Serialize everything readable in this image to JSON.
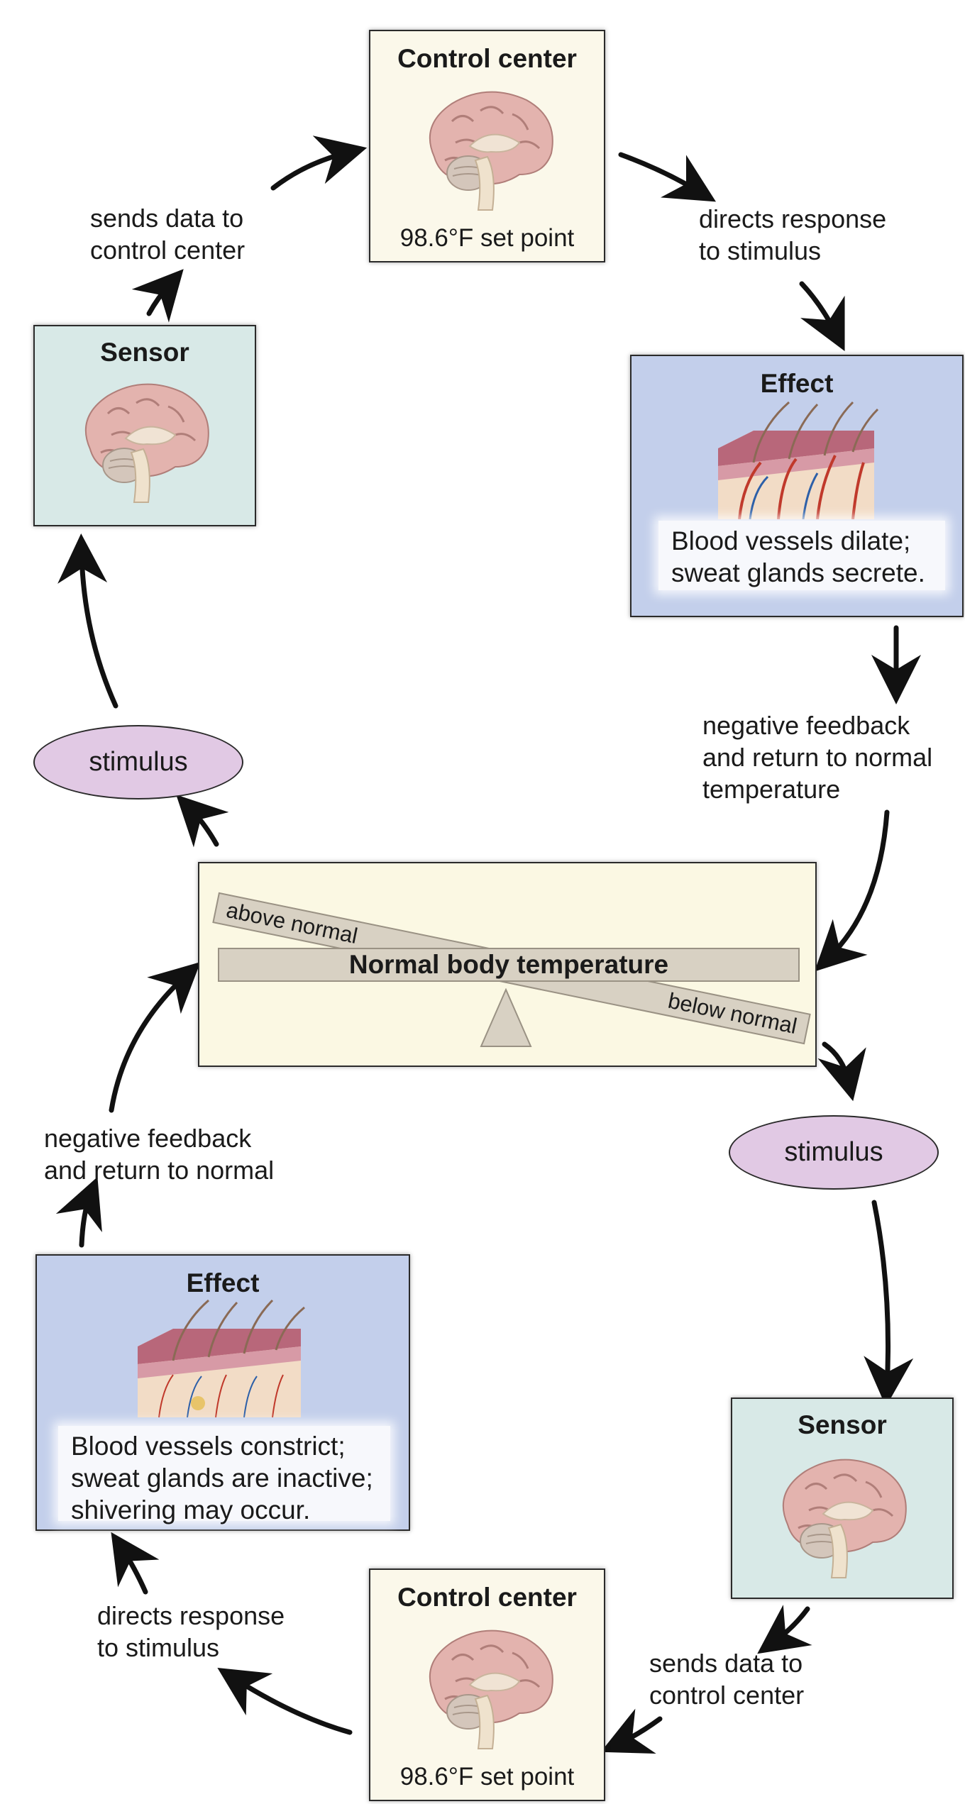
{
  "top_cycle": {
    "control_center": {
      "title": "Control center",
      "set_point": "98.6°F set point"
    },
    "sensor": {
      "title": "Sensor"
    },
    "effect": {
      "title": "Effect",
      "text": "Blood vessels dilate;\nsweat glands secrete."
    },
    "labels": {
      "sends_data": "sends data to\ncontrol center",
      "directs_response": "directs response\nto stimulus",
      "negative_feedback": "negative feedback\nand return to normal\ntemperature"
    },
    "stimulus": "stimulus"
  },
  "scale": {
    "center_label": "Normal body temperature",
    "above": "above normal",
    "below": "below normal"
  },
  "bottom_cycle": {
    "control_center": {
      "title": "Control center",
      "set_point": "98.6°F set point"
    },
    "sensor": {
      "title": "Sensor"
    },
    "effect": {
      "title": "Effect",
      "text": "Blood vessels constrict;\nsweat glands are inactive;\nshivering may occur."
    },
    "labels": {
      "sends_data": "sends data to\ncontrol center",
      "directs_response": "directs response\nto stimulus",
      "negative_feedback": "negative feedback\nand return to normal"
    },
    "stimulus": "stimulus"
  },
  "colors": {
    "control_bg": "#fbf8ea",
    "sensor_bg": "#d8e9e7",
    "effect_bg": "#c3cfeb",
    "stimulus_bg": "#e1c9e4",
    "scale_bg": "#fbf8e3",
    "arrow": "#111111"
  }
}
